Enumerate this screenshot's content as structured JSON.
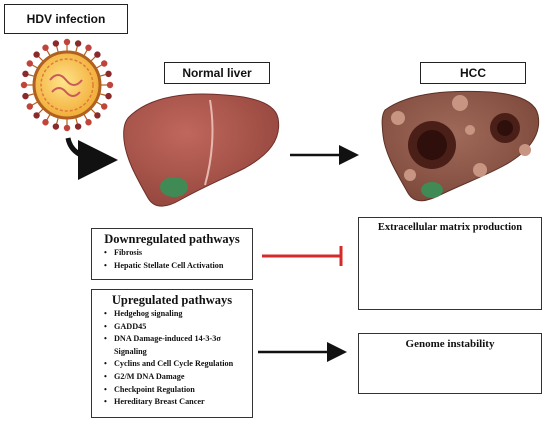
{
  "labels": {
    "hdv": "HDV infection",
    "normal": "Normal liver",
    "hcc": "HCC"
  },
  "downregulated": {
    "title": "Downregulated pathways",
    "items": [
      "Fibrosis",
      "Hepatic Stellate Cell Activation"
    ]
  },
  "upregulated": {
    "title": "Upregulated pathways",
    "items": [
      "Hedgehog signaling",
      "GADD45",
      "DNA Damage-induced 14-3-3σ",
      "Signaling",
      "Cyclins and Cell Cycle Regulation",
      "G2/M DNA Damage",
      "Checkpoint Regulation",
      "Hereditary Breast Cancer"
    ]
  },
  "ecm": {
    "title": "Extracellular matrix production"
  },
  "genome": {
    "title": "Genome instability"
  },
  "colors": {
    "liver": "#a5534a",
    "liver_dark": "#7d3a33",
    "gallbladder": "#3f8a55",
    "inhibit": "#d42a2a",
    "arrow": "#111111"
  }
}
